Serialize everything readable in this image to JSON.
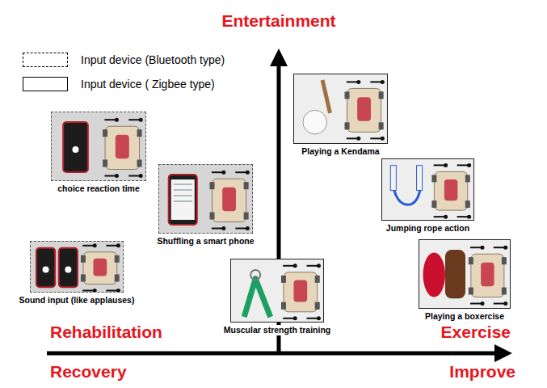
{
  "diagram": {
    "nodes": [
      {
        "text": [
          "Playing a Kendama"
        ]
      },
      {
        "text": [
          "choice reaction time"
        ]
      },
      {
        "text": [
          "Jumping rope action"
        ]
      },
      {
        "text": [
          "Shuffling a smart phone"
        ]
      },
      {
        "text": [
          "Playing a boxercise"
        ]
      },
      {
        "text": [
          "Sound input (like applauses)"
        ]
      },
      {
        "text": [
          "Muscular strength training"
        ]
      }
    ],
    "labels": [
      "Entertainment",
      "Rehabilitation",
      "Exercise",
      "Recovery",
      "Improve"
    ],
    "legend": [
      {
        "text": "Input device (Bluetooth type)"
      },
      {
        "text": "Input device ( Zigbee type)"
      }
    ]
  }
}
